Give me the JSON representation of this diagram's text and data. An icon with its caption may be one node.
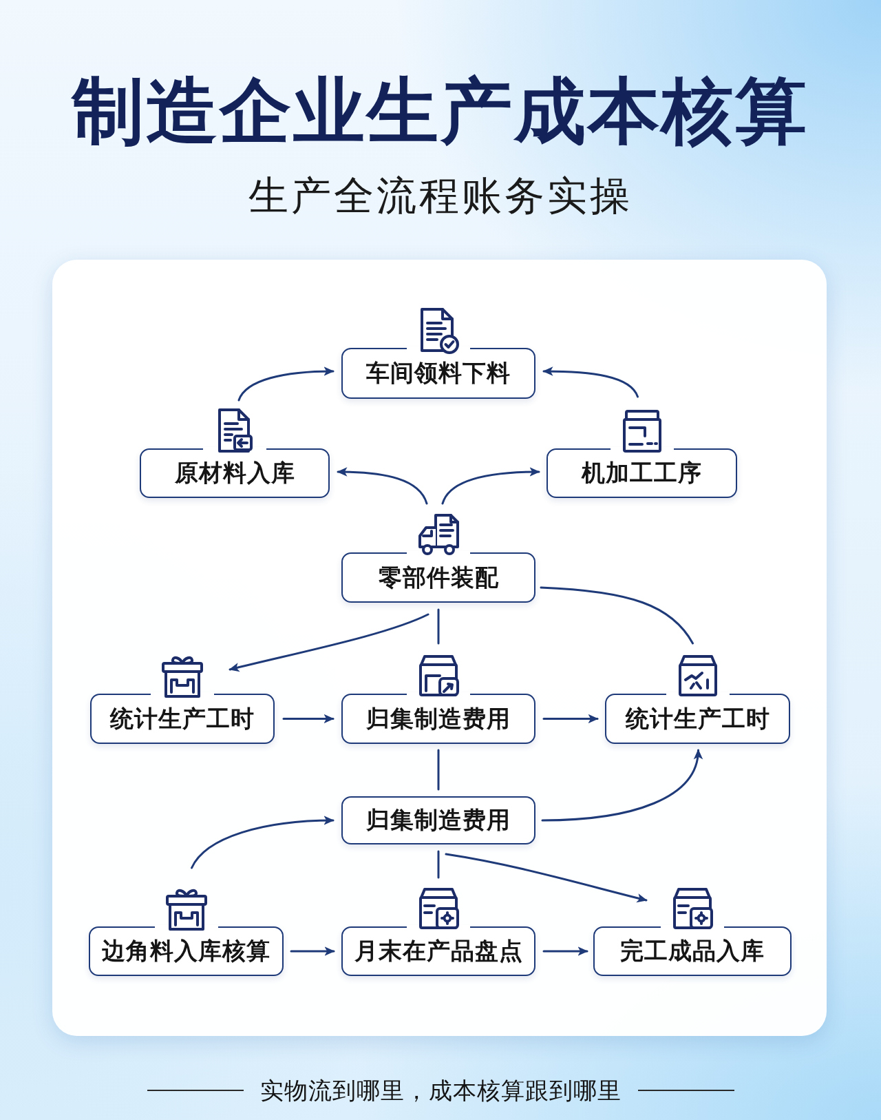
{
  "diagram": {
    "title": "制造企业生产成本核算",
    "labels": [
      "生产全流程账务实操"
    ],
    "caption": "实物流到哪里，成本核算跟到哪里",
    "nodes": [
      {
        "text": [
          "车间领料下料"
        ]
      },
      {
        "text": [
          "原材料入库"
        ]
      },
      {
        "text": [
          "机加工工序"
        ]
      },
      {
        "text": [
          "零部件装配"
        ]
      },
      {
        "text": [
          "统计生产工时"
        ]
      },
      {
        "text": [
          "归集制造费用"
        ]
      },
      {
        "text": [
          "统计生产工时"
        ]
      },
      {
        "text": [
          "归集制造费用"
        ]
      },
      {
        "text": [
          "边角料入库核算"
        ]
      },
      {
        "text": [
          "月末在产品盘点"
        ]
      },
      {
        "text": [
          "完工成品入库"
        ]
      }
    ],
    "edges": [
      {
        "from": 1,
        "to": 0,
        "arrow": "to"
      },
      {
        "from": 2,
        "to": 0,
        "arrow": "to"
      },
      {
        "from": 3,
        "to": 1,
        "arrow": "to"
      },
      {
        "from": 3,
        "to": 2,
        "arrow": "to"
      },
      {
        "from": 3,
        "to": 4,
        "arrow": "to"
      },
      {
        "from": 3,
        "to": 5,
        "arrow": "none"
      },
      {
        "from": 3,
        "to": 6,
        "arrow": "none"
      },
      {
        "from": 4,
        "to": 5,
        "arrow": "to"
      },
      {
        "from": 5,
        "to": 6,
        "arrow": "to"
      },
      {
        "from": 5,
        "to": 7,
        "arrow": "none"
      },
      {
        "from": 7,
        "to": 6,
        "arrow": "to"
      },
      {
        "from": 8,
        "to": 7,
        "arrow": "to"
      },
      {
        "from": 7,
        "to": 9,
        "arrow": "none"
      },
      {
        "from": 7,
        "to": 10,
        "arrow": "to"
      },
      {
        "from": 8,
        "to": 9,
        "arrow": "to"
      },
      {
        "from": 9,
        "to": 10,
        "arrow": "to"
      }
    ]
  }
}
